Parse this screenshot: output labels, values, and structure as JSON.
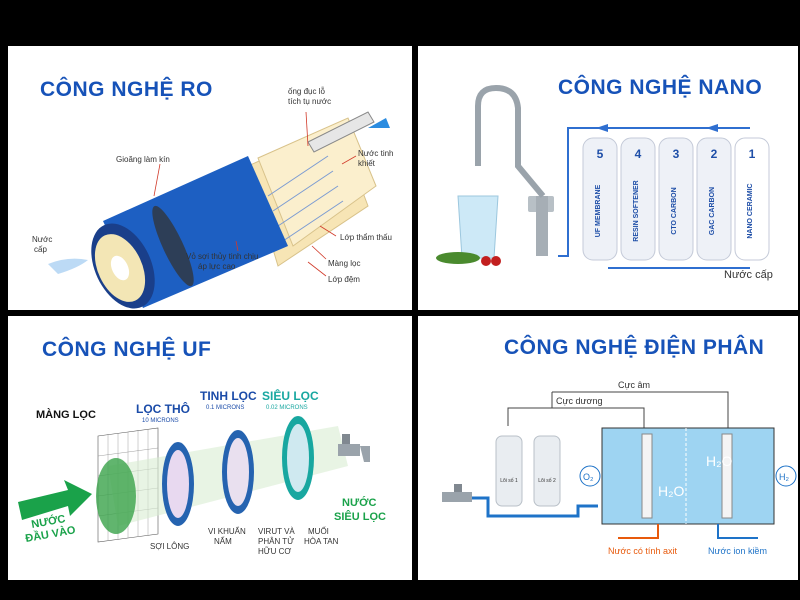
{
  "ro": {
    "title": "CÔNG NGHỆ RO",
    "label_ong_duc": "ống đục lỗ",
    "label_ong_duc2": "tích tụ nước",
    "label_gioang": "Gioăng làm kín",
    "label_nuoc_tinh": "Nước tinh",
    "label_nuoc_tinh2": "khiết",
    "label_nuoc_cap": "Nước",
    "label_nuoc_cap2": "cấp",
    "label_tham_thau": "Lớp thẩm thấu",
    "label_vo_soi": "Vỏ sợi thủy tinh chịu",
    "label_vo_soi2": "áp lực cao",
    "label_mang_loc": "Màng lọc",
    "label_lop_dem": "Lớp đệm"
  },
  "nano": {
    "title": "CÔNG NGHỆ NANO",
    "filters": [
      {
        "num": "5",
        "name": "UF MEMBRANE"
      },
      {
        "num": "4",
        "name": "RESIN SOFTENER"
      },
      {
        "num": "3",
        "name": "CTO CARBON"
      },
      {
        "num": "2",
        "name": "GAC CARBON"
      },
      {
        "num": "1",
        "name": "NANO CERAMIC"
      }
    ],
    "label_nuoc_cap": "Nước cấp"
  },
  "uf": {
    "title": "CÔNG NGHỆ UF",
    "label_mang_loc": "MÀNG LỌC",
    "label_loc_tho": "LỌC THÔ",
    "label_loc_tho_sub": "10 MICRONS",
    "label_tinh_loc": "TINH LỌC",
    "label_tinh_loc_sub": "0.1 MICRONS",
    "label_sieu_loc": "SIÊU LỌC",
    "label_sieu_loc_sub": "0.02 MICRONS",
    "label_nuoc_vao": "NƯỚC",
    "label_nuoc_vao2": "ĐẦU VÀO",
    "label_nuoc_ra": "NƯỚC",
    "label_nuoc_ra2": "SIÊU LỌC",
    "label_soi_long": "SỢI LÔNG",
    "label_vi_khuan": "VI KHUẨN",
    "label_vi_khuan2": "NẤM",
    "label_virut": "VIRUT VÀ",
    "label_virut2": "PHÂN TỬ",
    "label_virut3": "HỮU CƠ",
    "label_muoi": "MUỐI",
    "label_muoi2": "HÒA TAN"
  },
  "dp": {
    "title": "CÔNG NGHỆ ĐIỆN PHÂN",
    "label_cuc_am": "Cực âm",
    "label_cuc_duong": "Cực dương",
    "label_loc1": "Lõi số 1",
    "label_loc2": "Lõi số 2",
    "label_axit": "Nước có tính axit",
    "label_kiem": "Nước ion kiềm",
    "label_o2": "O₂",
    "label_h2": "H₂",
    "label_h2o": "H₂O",
    "colors": {
      "acid": "#e85a0c",
      "alkaline": "#1e73c8",
      "water": "#9ed4f2"
    }
  },
  "colors": {
    "title": "#1652b8",
    "ro_blue": "#1d5fc2",
    "uf_green": "#1aa24a",
    "uf_blue": "#2563b0",
    "uf_teal": "#18a7a0"
  }
}
